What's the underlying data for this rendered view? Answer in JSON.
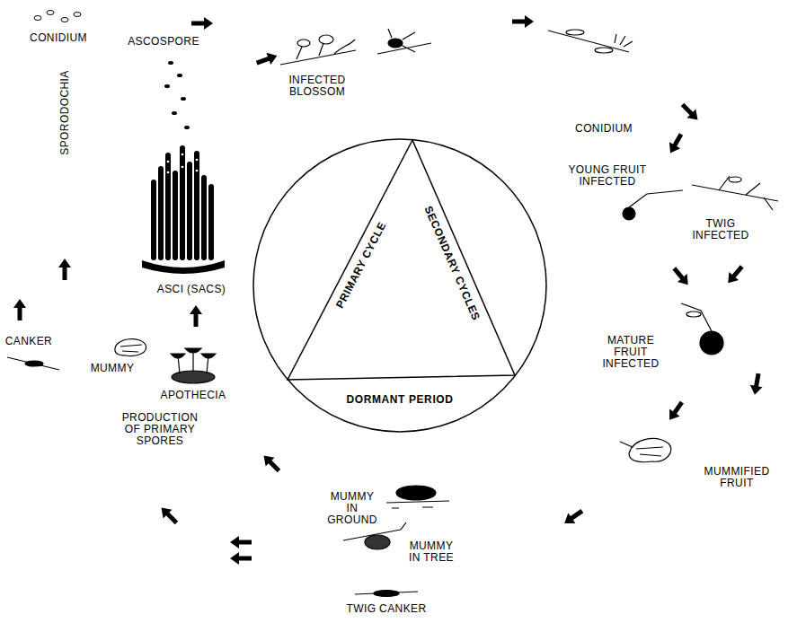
{
  "diagram": {
    "nodes": [
      {
        "text": [
          "PRIMARY CYCLE",
          "SECONDARY CYCLES",
          "DORMANT PERIOD"
        ]
      }
    ],
    "labels": [
      "CONIDIUM",
      "ASCOSPORE",
      "INFECTED BLOSSOM",
      "CONIDIUM",
      "YOUNG FRUIT INFECTED",
      "TWIG INFECTED",
      "MATURE FRUIT INFECTED",
      "MUMMIFIED FRUIT",
      "MUMMY IN GROUND",
      "MUMMY IN TREE",
      "TWIG CANKER",
      "PRODUCTION OF PRIMARY SPORES",
      "APOTHECIA",
      "MUMMY",
      "CANKER",
      "ASCI (SACS)",
      "SPORODOCHIA"
    ]
  }
}
